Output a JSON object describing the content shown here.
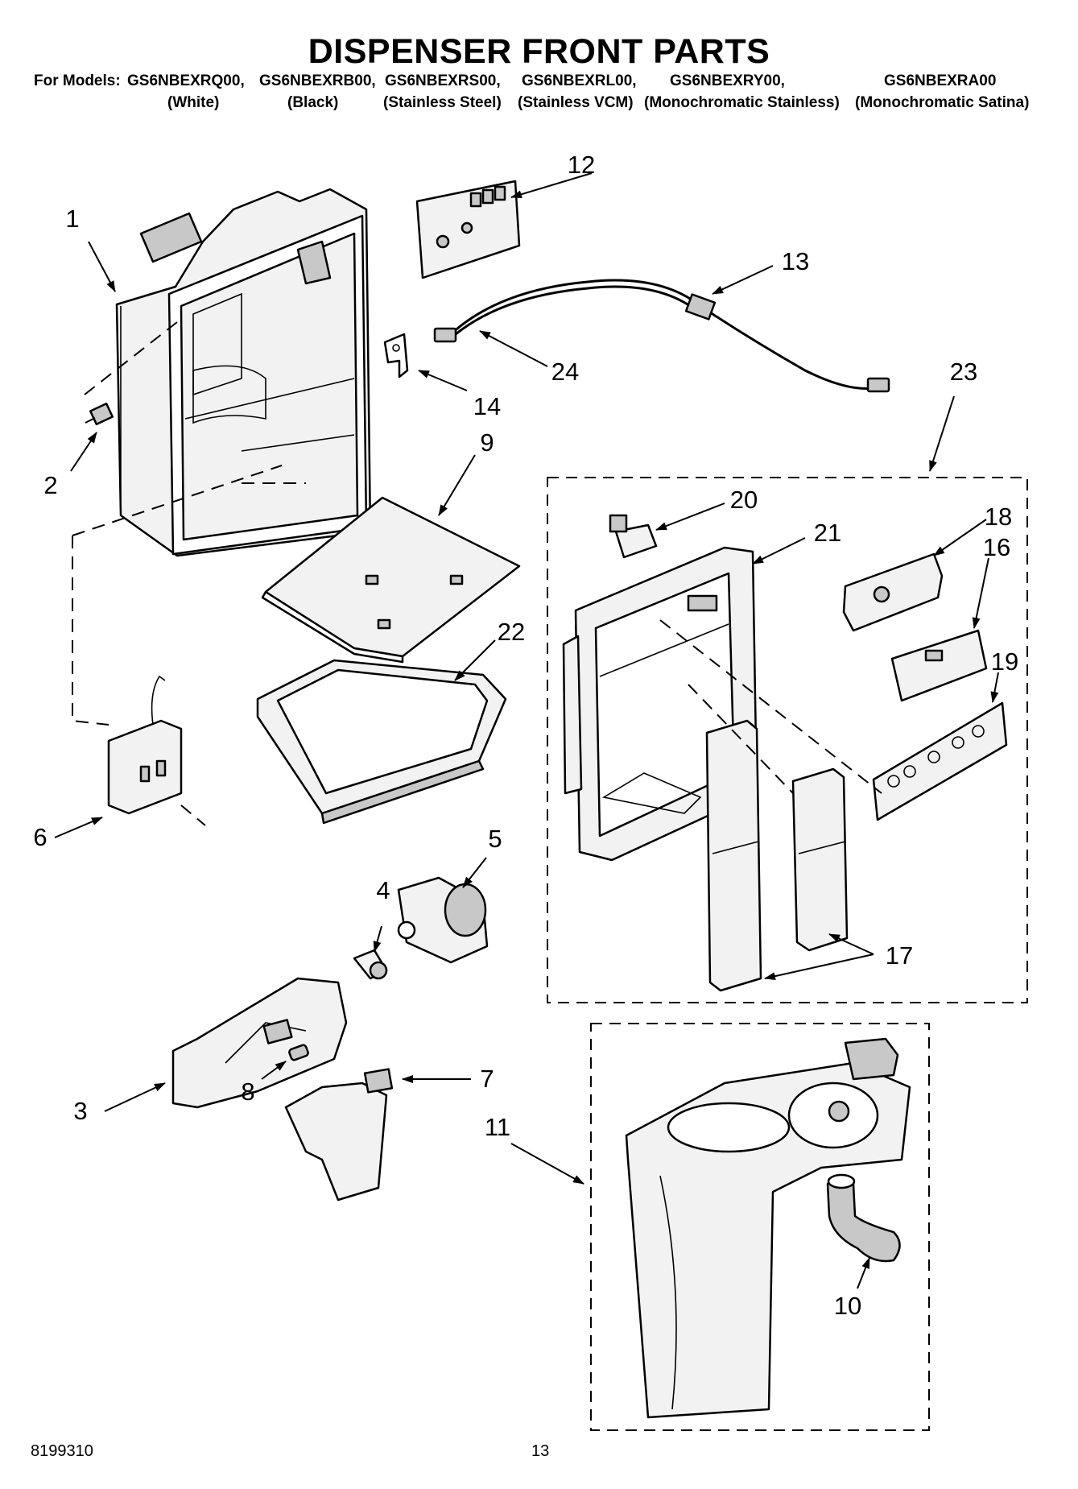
{
  "header": {
    "title": "DISPENSER FRONT PARTS",
    "models_prefix": "For Models:",
    "models": [
      {
        "code": "GS6NBEXRQ00,",
        "finish": "(White)"
      },
      {
        "code": "GS6NBEXRB00,",
        "finish": "(Black)"
      },
      {
        "code": "GS6NBEXRS00,",
        "finish": "(Stainless Steel)"
      },
      {
        "code": "GS6NBEXRL00,",
        "finish": "(Stainless VCM)"
      },
      {
        "code": "GS6NBEXRY00,",
        "finish": "(Monochromatic Stainless)"
      },
      {
        "code": "GS6NBEXRA00",
        "finish": "(Monochromatic Satina)"
      }
    ]
  },
  "callouts": [
    "1",
    "2",
    "3",
    "4",
    "5",
    "6",
    "7",
    "8",
    "9",
    "10",
    "11",
    "12",
    "13",
    "14",
    "16",
    "17",
    "18",
    "19",
    "20",
    "21",
    "22",
    "23",
    "24"
  ],
  "footer": {
    "doc_number": "8199310",
    "page_number": "13"
  }
}
